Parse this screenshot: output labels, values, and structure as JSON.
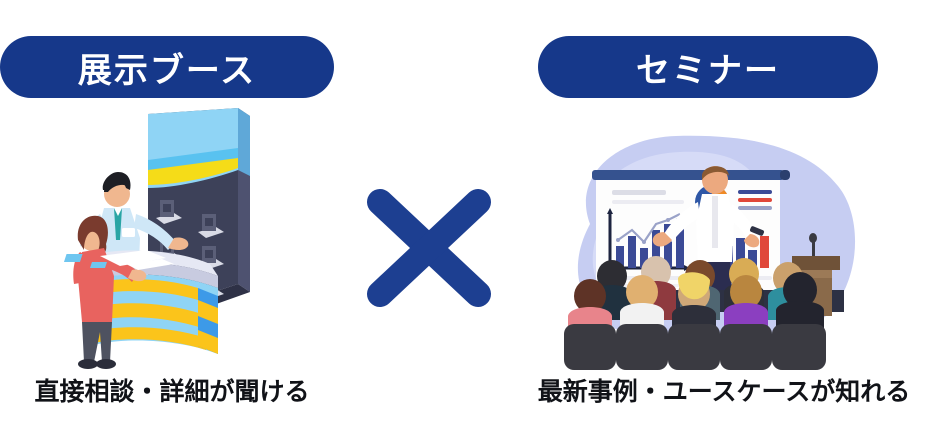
{
  "left_panel": {
    "badge_label": "展示ブース",
    "caption": "直接相談・詳細が聞ける",
    "illustration_name": "exhibition-booth-illustration",
    "colors": {
      "badge_bg": "#16388a",
      "badge_text": "#ffffff",
      "booth_wall": "#3d4159",
      "booth_banner": "#59c2f0",
      "booth_banner_stripe": "#f5dc18",
      "counter_yellow": "#fbc41b",
      "counter_blue": "#3d9ae8",
      "counter_cyan": "#8fd4f5",
      "woman_top": "#e8635f",
      "woman_hair": "#7a3b2e",
      "man_shirt": "#cfe7f7",
      "man_tie": "#2aa5a5"
    }
  },
  "right_panel": {
    "badge_label": "セミナー",
    "caption": "最新事例・ユースケースが知れる",
    "illustration_name": "seminar-illustration",
    "colors": {
      "badge_bg": "#16388a",
      "badge_text": "#ffffff",
      "blob_bg": "#c6cdf2",
      "screen": "#fdfdfd",
      "screen_rail": "#35528f",
      "bar_color": "#3b4a96",
      "bar_accent": "#e8544a",
      "podium": "#8a6a4a",
      "chair": "#3a3a41",
      "presenter_shirt": "#ffffff",
      "presenter_pants": "#2b2d50"
    },
    "slide_chart": {
      "type": "bar",
      "bars": [
        34,
        48,
        30,
        56,
        64,
        72
      ],
      "line": [
        38,
        30,
        44,
        36,
        58,
        66,
        74
      ],
      "donut_segments": [
        "#f08a25",
        "#e0473a",
        "#2f57a6"
      ]
    },
    "audience": [
      {
        "name": "attendee-1",
        "top": "#e8848b",
        "hair": "#5e3326"
      },
      {
        "name": "attendee-2",
        "top": "#20313f",
        "hair": "#2d2d33"
      },
      {
        "name": "attendee-3",
        "top": "#8f3a3f",
        "hair": "#d8c2ad"
      },
      {
        "name": "attendee-4",
        "top": "#4f6672",
        "hair": "#7a4a2c"
      },
      {
        "name": "attendee-5",
        "top": "#f2f2f2",
        "hair": "#e0b070"
      },
      {
        "name": "attendee-6",
        "top": "#2d2f3a",
        "hair": "#d9ac55"
      },
      {
        "name": "attendee-7",
        "top": "#f0d468",
        "hair": "#f0d468"
      },
      {
        "name": "attendee-8",
        "top": "#8b3fc0",
        "hair": "#b9863f"
      },
      {
        "name": "attendee-9",
        "top": "#2e8f9e",
        "hair": "#caa06c"
      },
      {
        "name": "attendee-10",
        "top": "#23242e",
        "hair": "#23242e"
      }
    ]
  },
  "divider": {
    "symbol_name": "cross-multiply-mark",
    "color": "#1d3f91"
  }
}
